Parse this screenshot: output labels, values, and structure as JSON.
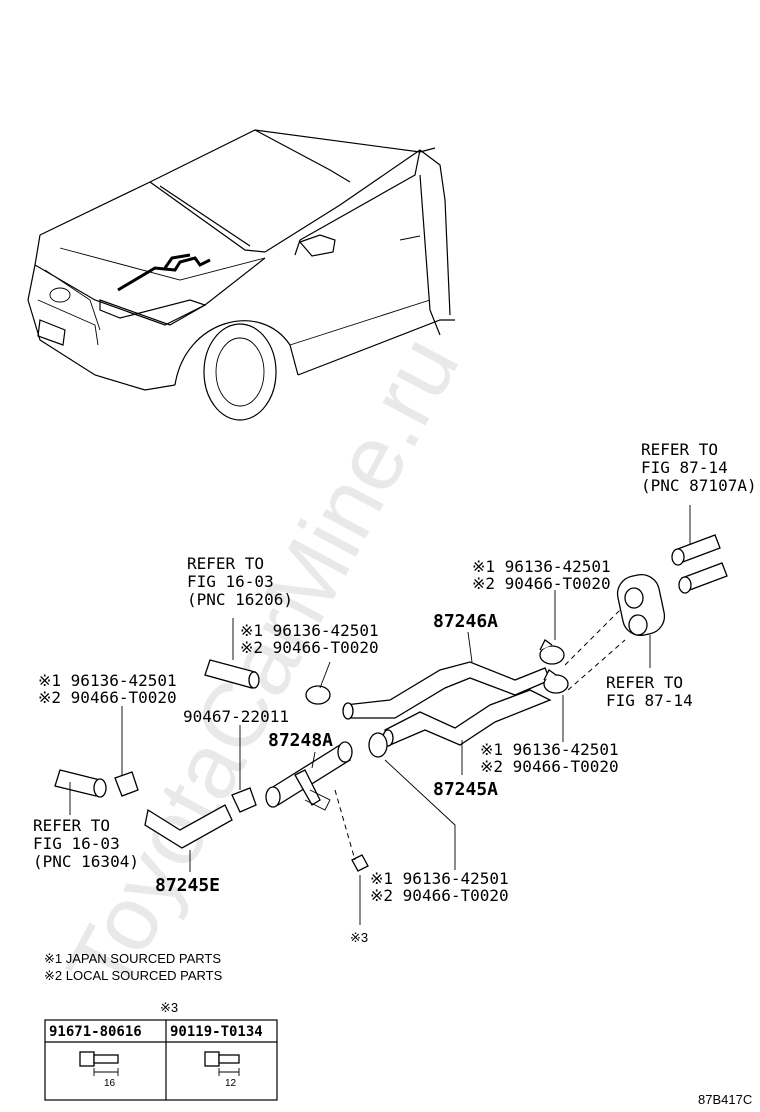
{
  "watermark": "ToyotaCarMine.ru",
  "refs": {
    "fig_87_14_pnc": [
      "REFER TO",
      "FIG 87-14",
      "(PNC 87107A)"
    ],
    "fig_87_14": [
      "REFER TO",
      "FIG 87-14"
    ],
    "fig_16_03_pnc16206": [
      "REFER TO",
      "FIG 16-03",
      "(PNC 16206)"
    ],
    "fig_16_03_pnc16304": [
      "REFER TO",
      "FIG 16-03",
      "(PNC 16304)"
    ]
  },
  "clamp_refs": {
    "top_right": [
      "※1 96136-42501",
      "※2 90466-T0020"
    ],
    "upper_middle": [
      "※1 96136-42501",
      "※2 90466-T0020"
    ],
    "left": [
      "※1 96136-42501",
      "※2 90466-T0020"
    ],
    "right_lower": [
      "※1 96136-42501",
      "※2 90466-T0020"
    ],
    "bottom_middle": [
      "※1 96136-42501",
      "※2 90466-T0020"
    ]
  },
  "parts": {
    "p87246A": "87246A",
    "p87245A": "87245A",
    "p87248A": "87248A",
    "p87245E": "87245E",
    "p90467": "90467-22011"
  },
  "bolt_mark": "※3",
  "legend": [
    "※1 JAPAN SOURCED PARTS",
    "※2 LOCAL SOURCED PARTS"
  ],
  "table": {
    "mark": "※3",
    "headers": [
      "91671-80616",
      "90119-T0134"
    ],
    "dims": [
      "16",
      "12"
    ]
  },
  "figure_code": "87B417C"
}
